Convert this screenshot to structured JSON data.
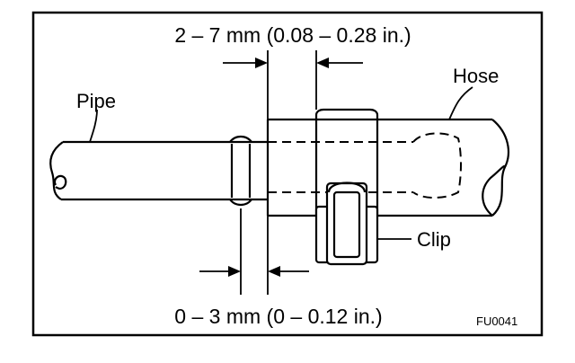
{
  "diagram": {
    "labels": {
      "top_dimension": "2 – 7 mm (0.08 – 0.28 in.)",
      "bottom_dimension": "0 – 3 mm (0 – 0.12 in.)",
      "pipe": "Pipe",
      "hose": "Hose",
      "clip": "Clip",
      "figure_code": "FU0041"
    }
  },
  "colors": {
    "line": "#000000",
    "background": "#ffffff"
  }
}
